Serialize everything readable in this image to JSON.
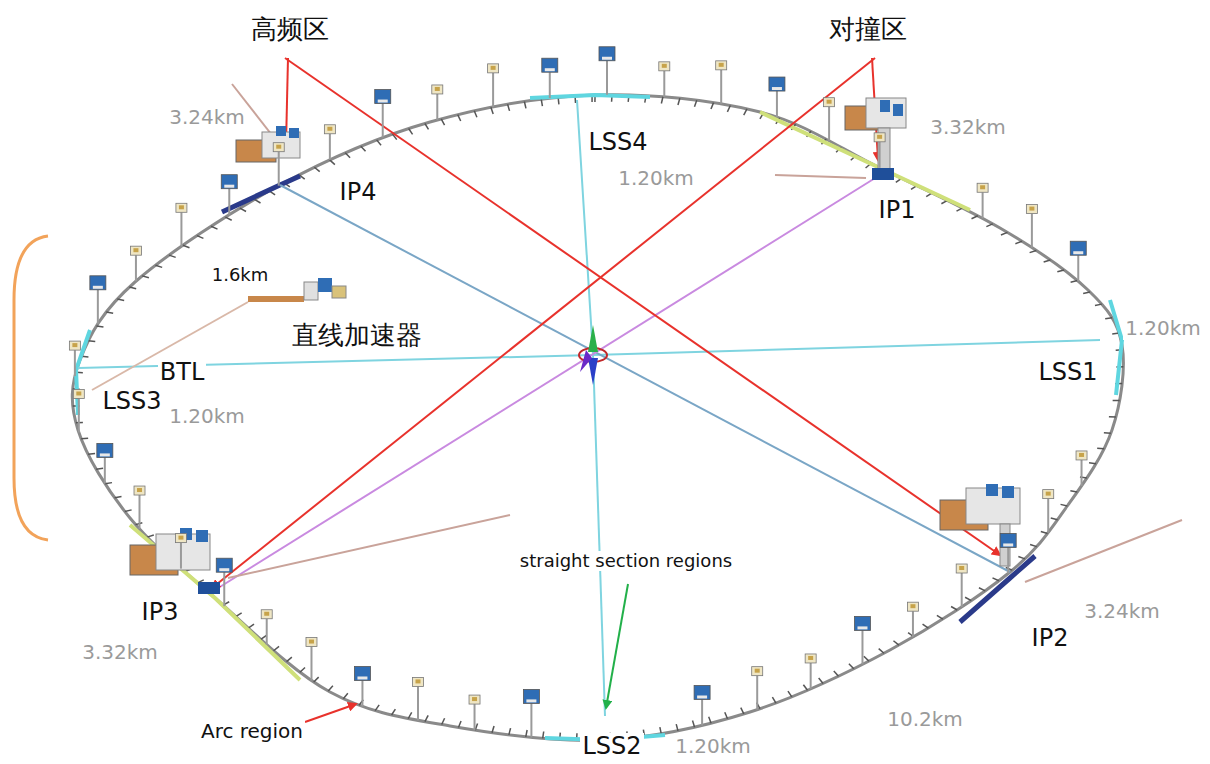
{
  "diagram": {
    "labels": [
      "高频区",
      "对撞区",
      "3.24km",
      "LSS4",
      "1.20km",
      "3.32km",
      "IP4",
      "IP1",
      "1.6km",
      "直线加速器",
      "1.20km",
      "LSS1",
      "BTL",
      "LSS3",
      "1.20km",
      "straight section regions",
      "IP3",
      "IP2",
      "3.24km",
      "3.32km",
      "10.2km",
      "Arc region",
      "LSS2",
      "1.20km"
    ]
  }
}
